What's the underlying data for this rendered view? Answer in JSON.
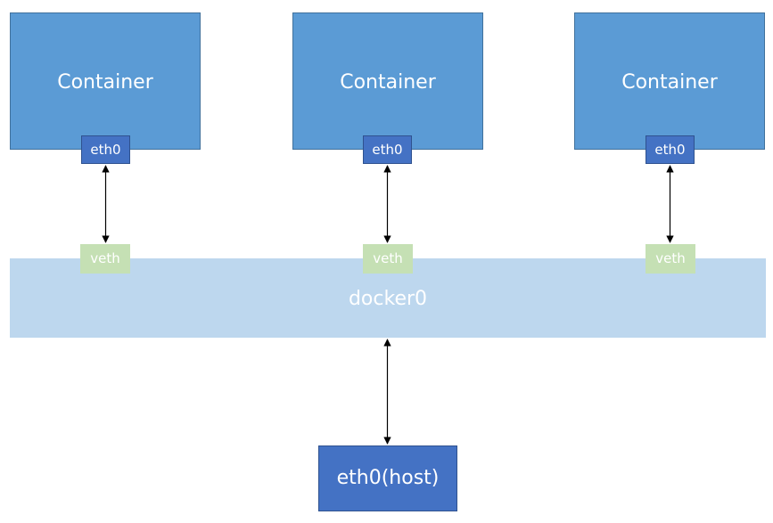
{
  "containers": [
    {
      "label": "Container",
      "interface": "eth0",
      "bridge_port": "veth"
    },
    {
      "label": "Container",
      "interface": "eth0",
      "bridge_port": "veth"
    },
    {
      "label": "Container",
      "interface": "eth0",
      "bridge_port": "veth"
    }
  ],
  "bridge": {
    "label": "docker0"
  },
  "host": {
    "label": "eth0(host)"
  },
  "colors": {
    "container_fill": "#5b9bd5",
    "interface_fill": "#4472c4",
    "bridge_fill": "#bdd7ee",
    "veth_fill": "#c5e0b4",
    "arrow": "#000000"
  }
}
